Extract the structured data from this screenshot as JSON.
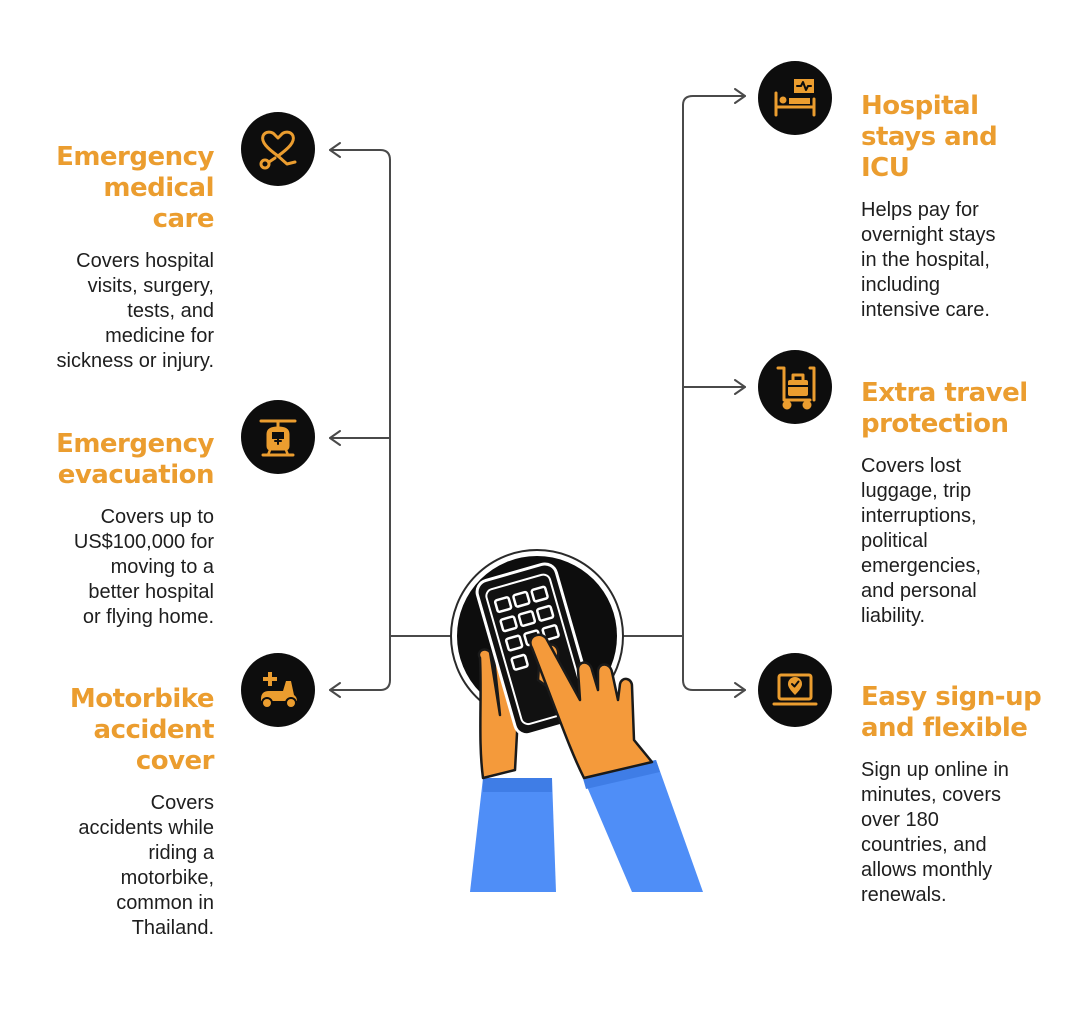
{
  "colors": {
    "accent": "#eb9d2f",
    "icon_bg": "#0d0d0d",
    "text": "#1e1e1e",
    "line": "#4a4a4a",
    "sleeve": "#4f8ef7",
    "skin": "#f49a3b"
  },
  "left_items": [
    {
      "icon": "stethoscope-heart-icon",
      "title": "Emergency\nmedical\ncare",
      "description": "Covers hospital\nvisits, surgery,\ntests, and\nmedicine for\nsickness or injury."
    },
    {
      "icon": "helicopter-icon",
      "title": "Emergency\nevacuation",
      "description": "Covers up to\nUS$100,000 for\nmoving to a\nbetter hospital\nor flying home."
    },
    {
      "icon": "motorbike-medical-icon",
      "title": "Motorbike\naccident\ncover",
      "description": "Covers\naccidents while\nriding a\nmotorbike,\ncommon in\nThailand."
    }
  ],
  "right_items": [
    {
      "icon": "hospital-bed-icon",
      "title": "Hospital\nstays and\nICU",
      "description": "Helps pay for\novernight stays\nin the hospital,\nincluding\nintensive care."
    },
    {
      "icon": "luggage-cart-icon",
      "title": "Extra travel\nprotection",
      "description": "Covers lost\nluggage, trip\ninterruptions,\npolitical\nemergencies,\nand personal\nliability."
    },
    {
      "icon": "laptop-check-icon",
      "title": "Easy sign-up\nand flexible",
      "description": "Sign up online in\nminutes, covers\nover 180\ncountries, and\nallows monthly\nrenewals."
    }
  ],
  "center": {
    "icon": "hands-phone-icon"
  }
}
